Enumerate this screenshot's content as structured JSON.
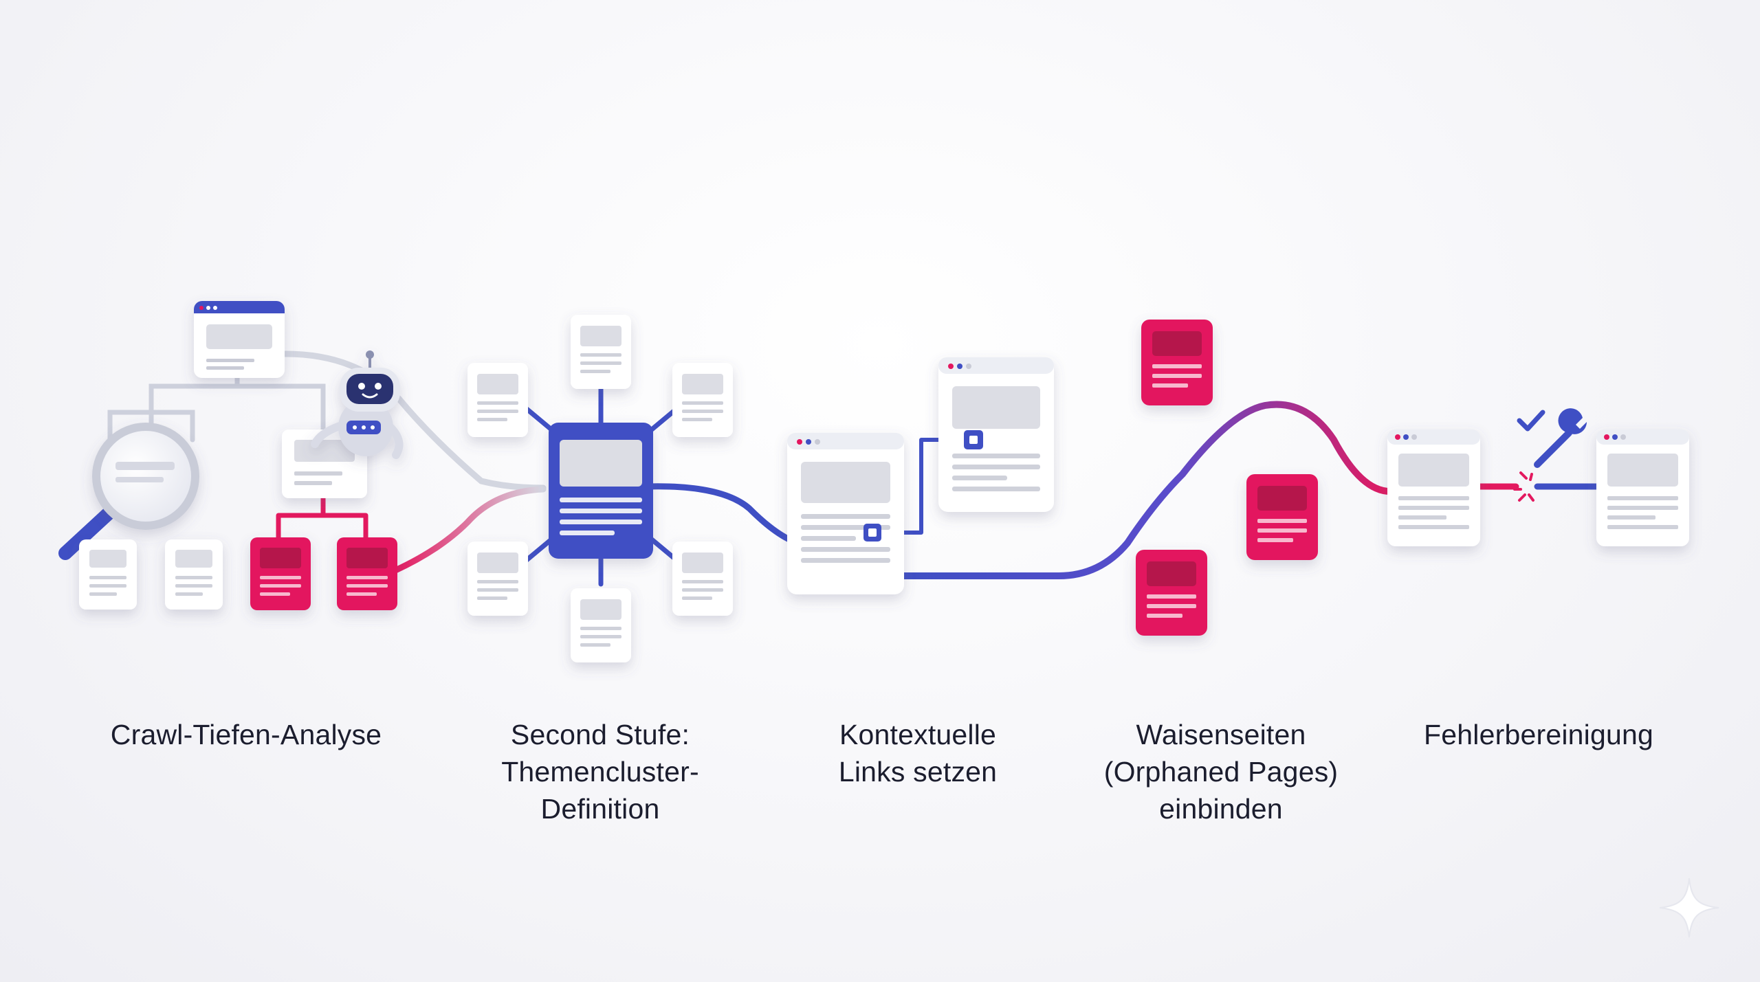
{
  "steps": [
    {
      "id": "crawl",
      "label_lines": [
        "Crawl-Tiefen-Analyse"
      ],
      "icon": "magnifier-icon"
    },
    {
      "id": "cluster",
      "label_lines": [
        "Second Stufe:",
        "Themencluster-",
        "Definition"
      ],
      "icon": "hub-icon"
    },
    {
      "id": "links",
      "label_lines": [
        "Kontextuelle",
        "Links setzen"
      ],
      "icon": "link-icon"
    },
    {
      "id": "orphans",
      "label_lines": [
        "Waisenseiten",
        "(Orphaned Pages)",
        "einbinden"
      ],
      "icon": "orphan-page-icon"
    },
    {
      "id": "fix",
      "label_lines": [
        "Fehlerbereinigung"
      ],
      "icon": "wrench-icon"
    }
  ],
  "colors": {
    "blue": "#3f4fc4",
    "pink": "#e3195f",
    "grey_line": "#cdd0dc",
    "text": "#1b1d2e"
  }
}
